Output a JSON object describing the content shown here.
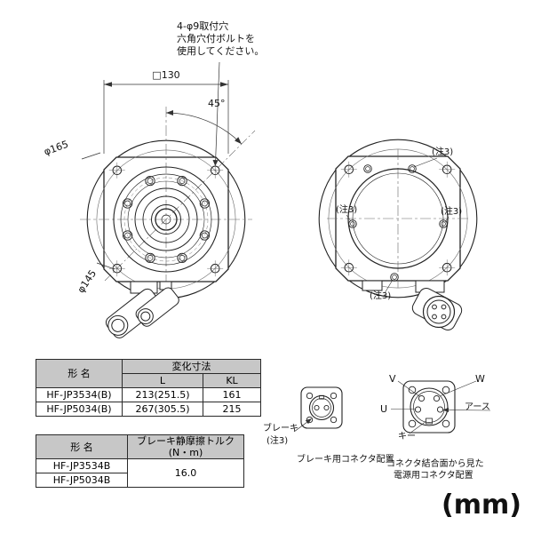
{
  "page": {
    "units": "(mm)"
  },
  "front_view": {
    "note_line1": "4-φ9取付穴",
    "note_line2": "六角穴付ボルトを",
    "note_line3": "使用してください。",
    "dim_square": "□130",
    "dim_angle": "45°",
    "dim_outer": "φ165",
    "dim_pcd": "φ145"
  },
  "rear_view": {
    "note3": "(注3)"
  },
  "dim_table": {
    "col_model": "形 名",
    "col_group": "変化寸法",
    "col_l": "L",
    "col_kl": "KL",
    "rows": [
      {
        "model": "HF-JP3534(B)",
        "l": "213(251.5)",
        "kl": "161"
      },
      {
        "model": "HF-JP5034(B)",
        "l": "267(305.5)",
        "kl": "215"
      }
    ]
  },
  "brake_table": {
    "col_model": "形 名",
    "col_torque1": "ブレーキ静摩擦トルク",
    "col_torque2": "(N・m)",
    "model1": "HF-JP3534B",
    "model2": "HF-JP5034B",
    "torque": "16.0"
  },
  "brake_connector": {
    "label": "ブレーキ",
    "note": "(注3)",
    "caption": "ブレーキ用コネクタ配置"
  },
  "power_connector": {
    "pin_v": "V",
    "pin_w": "W",
    "pin_u": "U",
    "pin_earth": "アース",
    "pin_key": "キー",
    "caption_line1": "コネクタ結合面から見た",
    "caption_line2": "電源用コネクタ配置"
  }
}
